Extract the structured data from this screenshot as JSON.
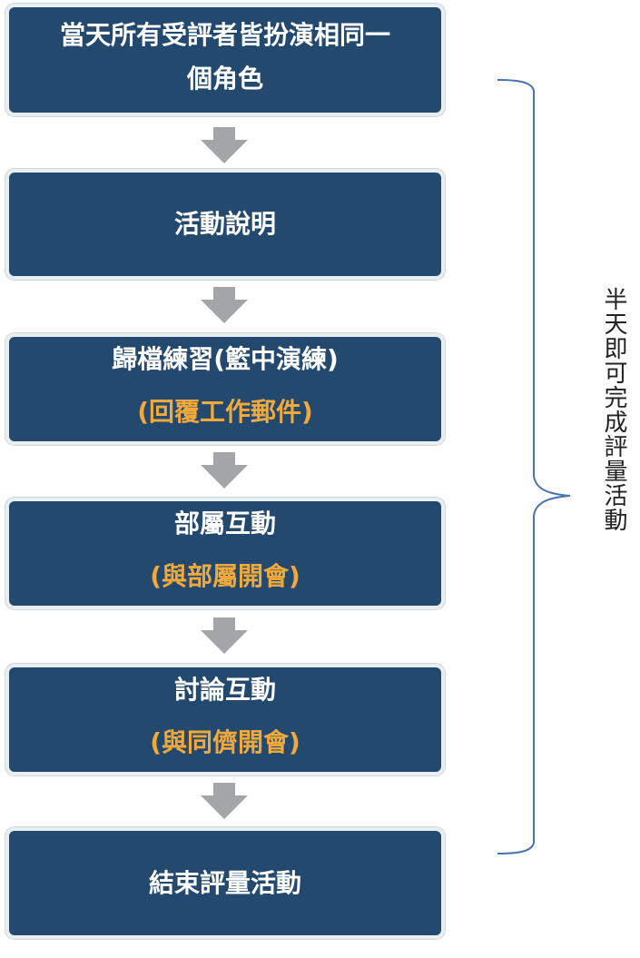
{
  "steps": [
    {
      "title_line1": "當天所有受評者皆扮演相同一",
      "title_line2": "個角色"
    },
    {
      "title": "活動說明"
    },
    {
      "title": "歸檔練習(籃中演練)",
      "sub": "(回覆工作郵件)"
    },
    {
      "title": "部屬互動",
      "sub": "(與部屬開會)"
    },
    {
      "title": "討論互動",
      "sub": "(與同儕開會)"
    },
    {
      "title": "結束評量活動"
    }
  ],
  "side_label": "半天即可完成評量活動",
  "colors": {
    "box_fill": "#23496f",
    "box_border": "#e9eef1",
    "title_text": "#ffffff",
    "sub_text": "#f2a93b",
    "arrow": "#a3a5a8",
    "bracket": "#4a74b1"
  },
  "arrow_icon": "down-arrow-icon"
}
